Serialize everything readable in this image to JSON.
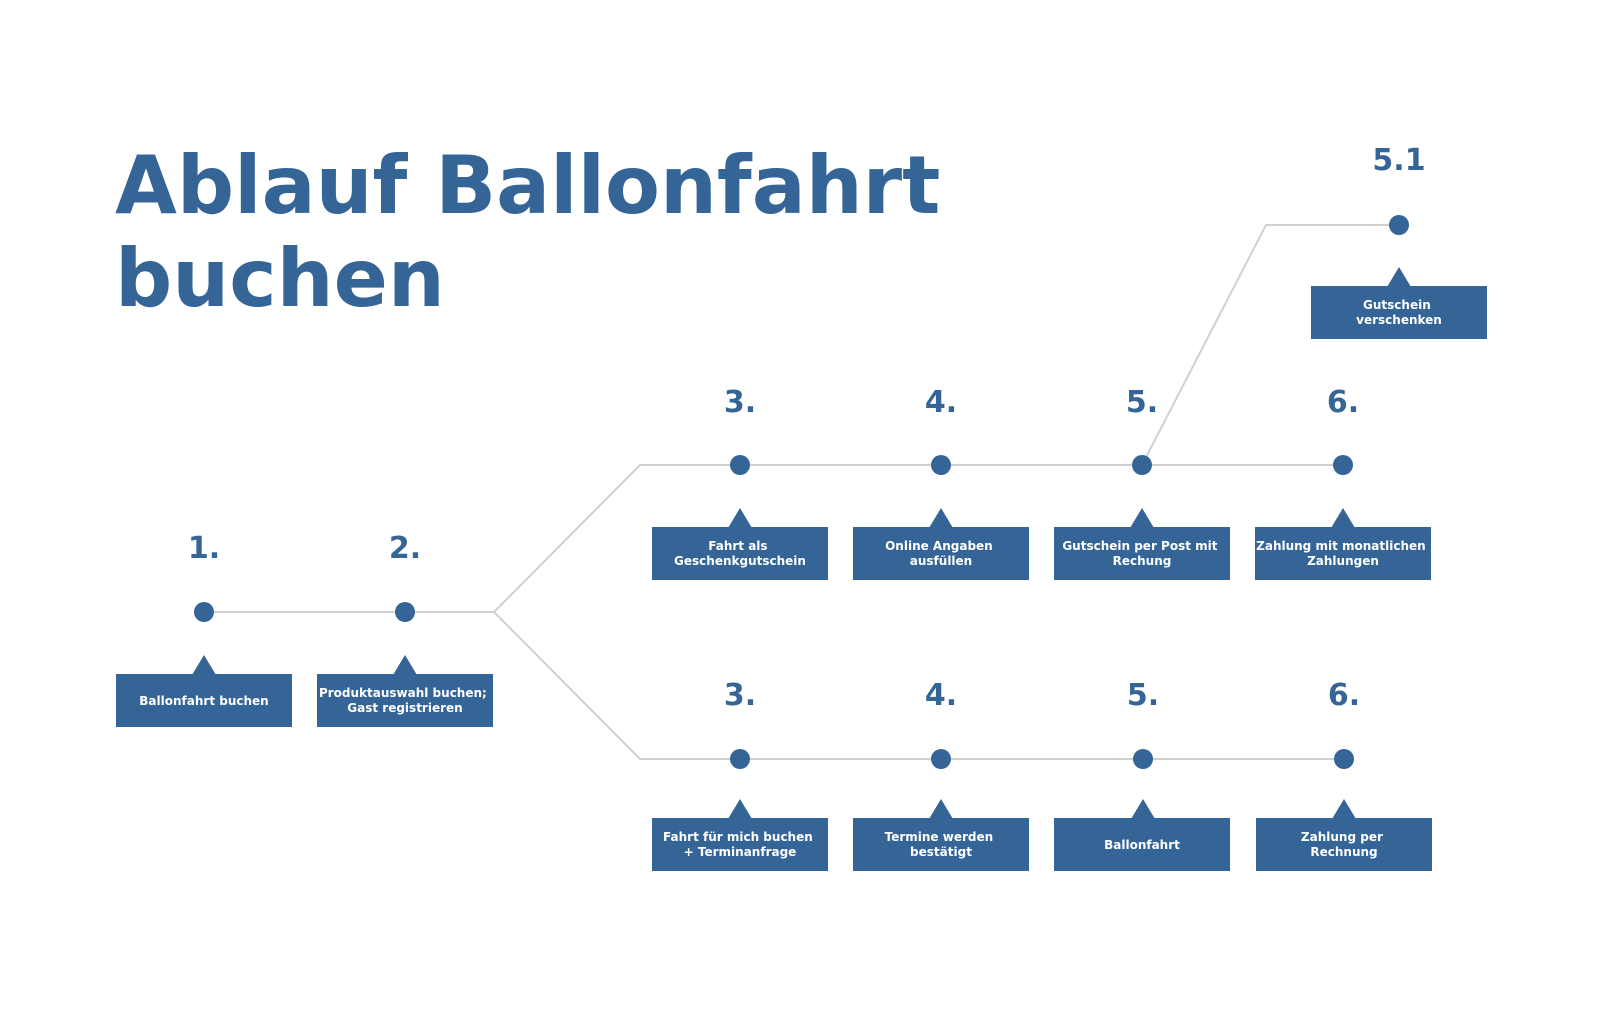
{
  "title": {
    "line1": "Ablauf Ballonfahrt",
    "line2": "buchen"
  },
  "colors": {
    "primary": "#356596",
    "connector": "#d0d0d0",
    "box_text": "#ffffff"
  },
  "steps": {
    "s1": {
      "number": "1.",
      "label": [
        "Ballonfahrt buchen"
      ]
    },
    "s2": {
      "number": "2.",
      "label": [
        "Produktauswahl buchen;",
        "Gast registrieren"
      ]
    },
    "u3": {
      "number": "3.",
      "label": [
        "Fahrt als",
        "Geschenkgutschein"
      ]
    },
    "u4": {
      "number": "4.",
      "label": [
        "Online Angaben",
        "ausfüllen"
      ]
    },
    "u5": {
      "number": "5.",
      "label": [
        "Gutschein per Post mit",
        "Rechung"
      ]
    },
    "u6": {
      "number": "6.",
      "label": [
        "Zahlung mit monatlichen",
        "Zahlungen"
      ]
    },
    "u51": {
      "number": "5.1",
      "label": [
        "Gutschein",
        "verschenken"
      ]
    },
    "l3": {
      "number": "3.",
      "label": [
        "Fahrt für mich buchen",
        "+ Terminanfrage"
      ]
    },
    "l4": {
      "number": "4.",
      "label": [
        "Termine werden",
        "bestätigt"
      ]
    },
    "l5": {
      "number": "5.",
      "label": [
        "Ballonfahrt"
      ]
    },
    "l6": {
      "number": "6.",
      "label": [
        "Zahlung per",
        "Rechnung"
      ]
    }
  }
}
